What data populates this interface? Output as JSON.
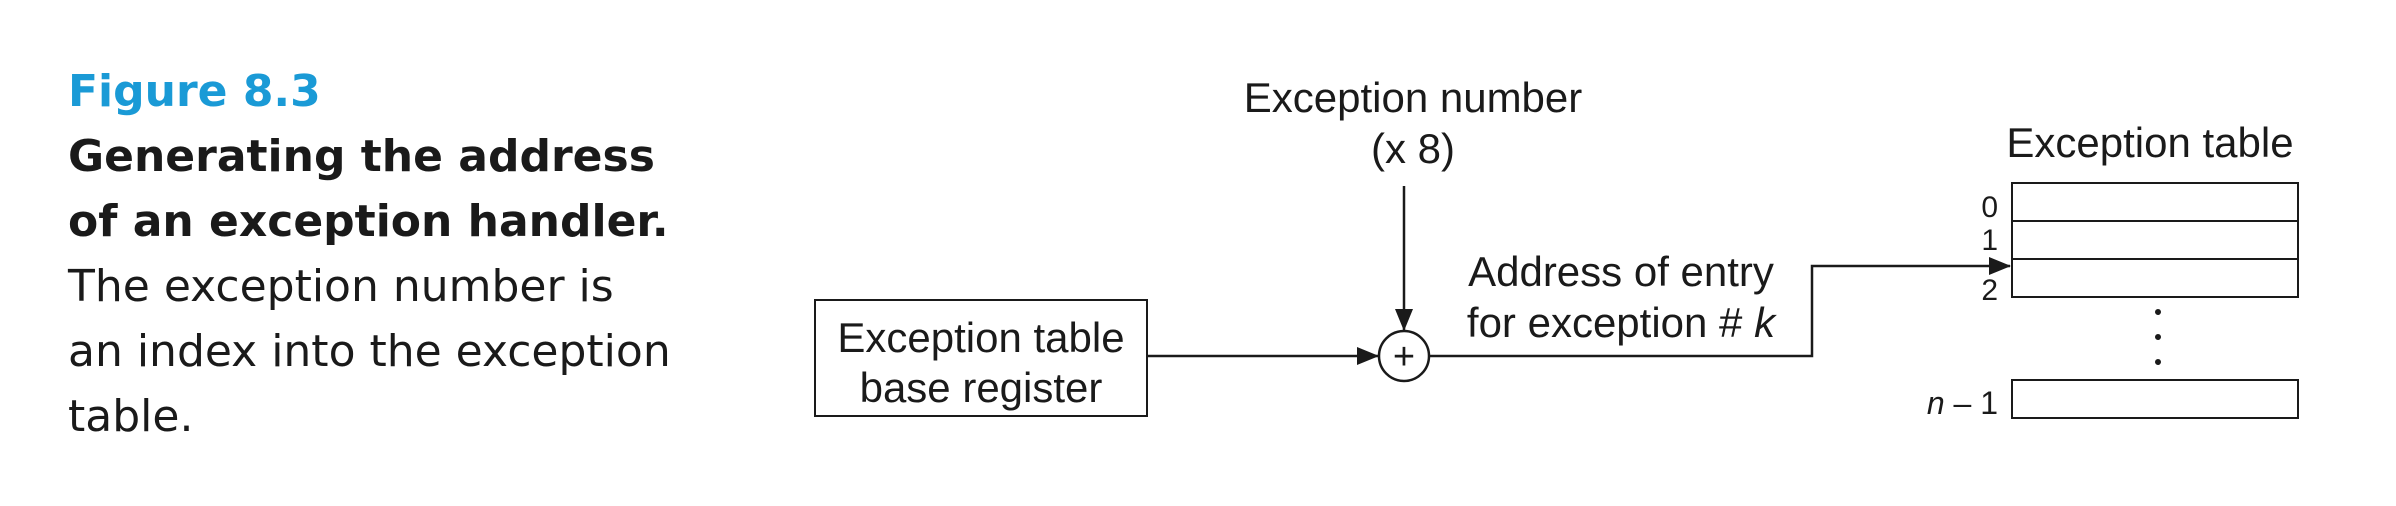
{
  "caption": {
    "figure_number": "Figure 8.3",
    "title_line_1": "Generating the address",
    "title_line_2": "of an exception handler.",
    "body_line_1": "The exception number is",
    "body_line_2": "an index into the exception",
    "body_line_3": "table."
  },
  "diagram": {
    "exception_number_label_1": "Exception number",
    "exception_number_label_2": "(x 8)",
    "base_register_label_1": "Exception table",
    "base_register_label_2": "base register",
    "adder_symbol": "+",
    "address_label_1": "Address of entry",
    "address_label_2_prefix": "for exception # ",
    "address_label_2_var": "k",
    "table_title": "Exception table",
    "row_index_0": "0",
    "row_index_1": "1",
    "row_index_2": "2",
    "row_index_last_var": "n",
    "row_index_last_suffix": " – 1",
    "ellipsis": "⋮"
  }
}
